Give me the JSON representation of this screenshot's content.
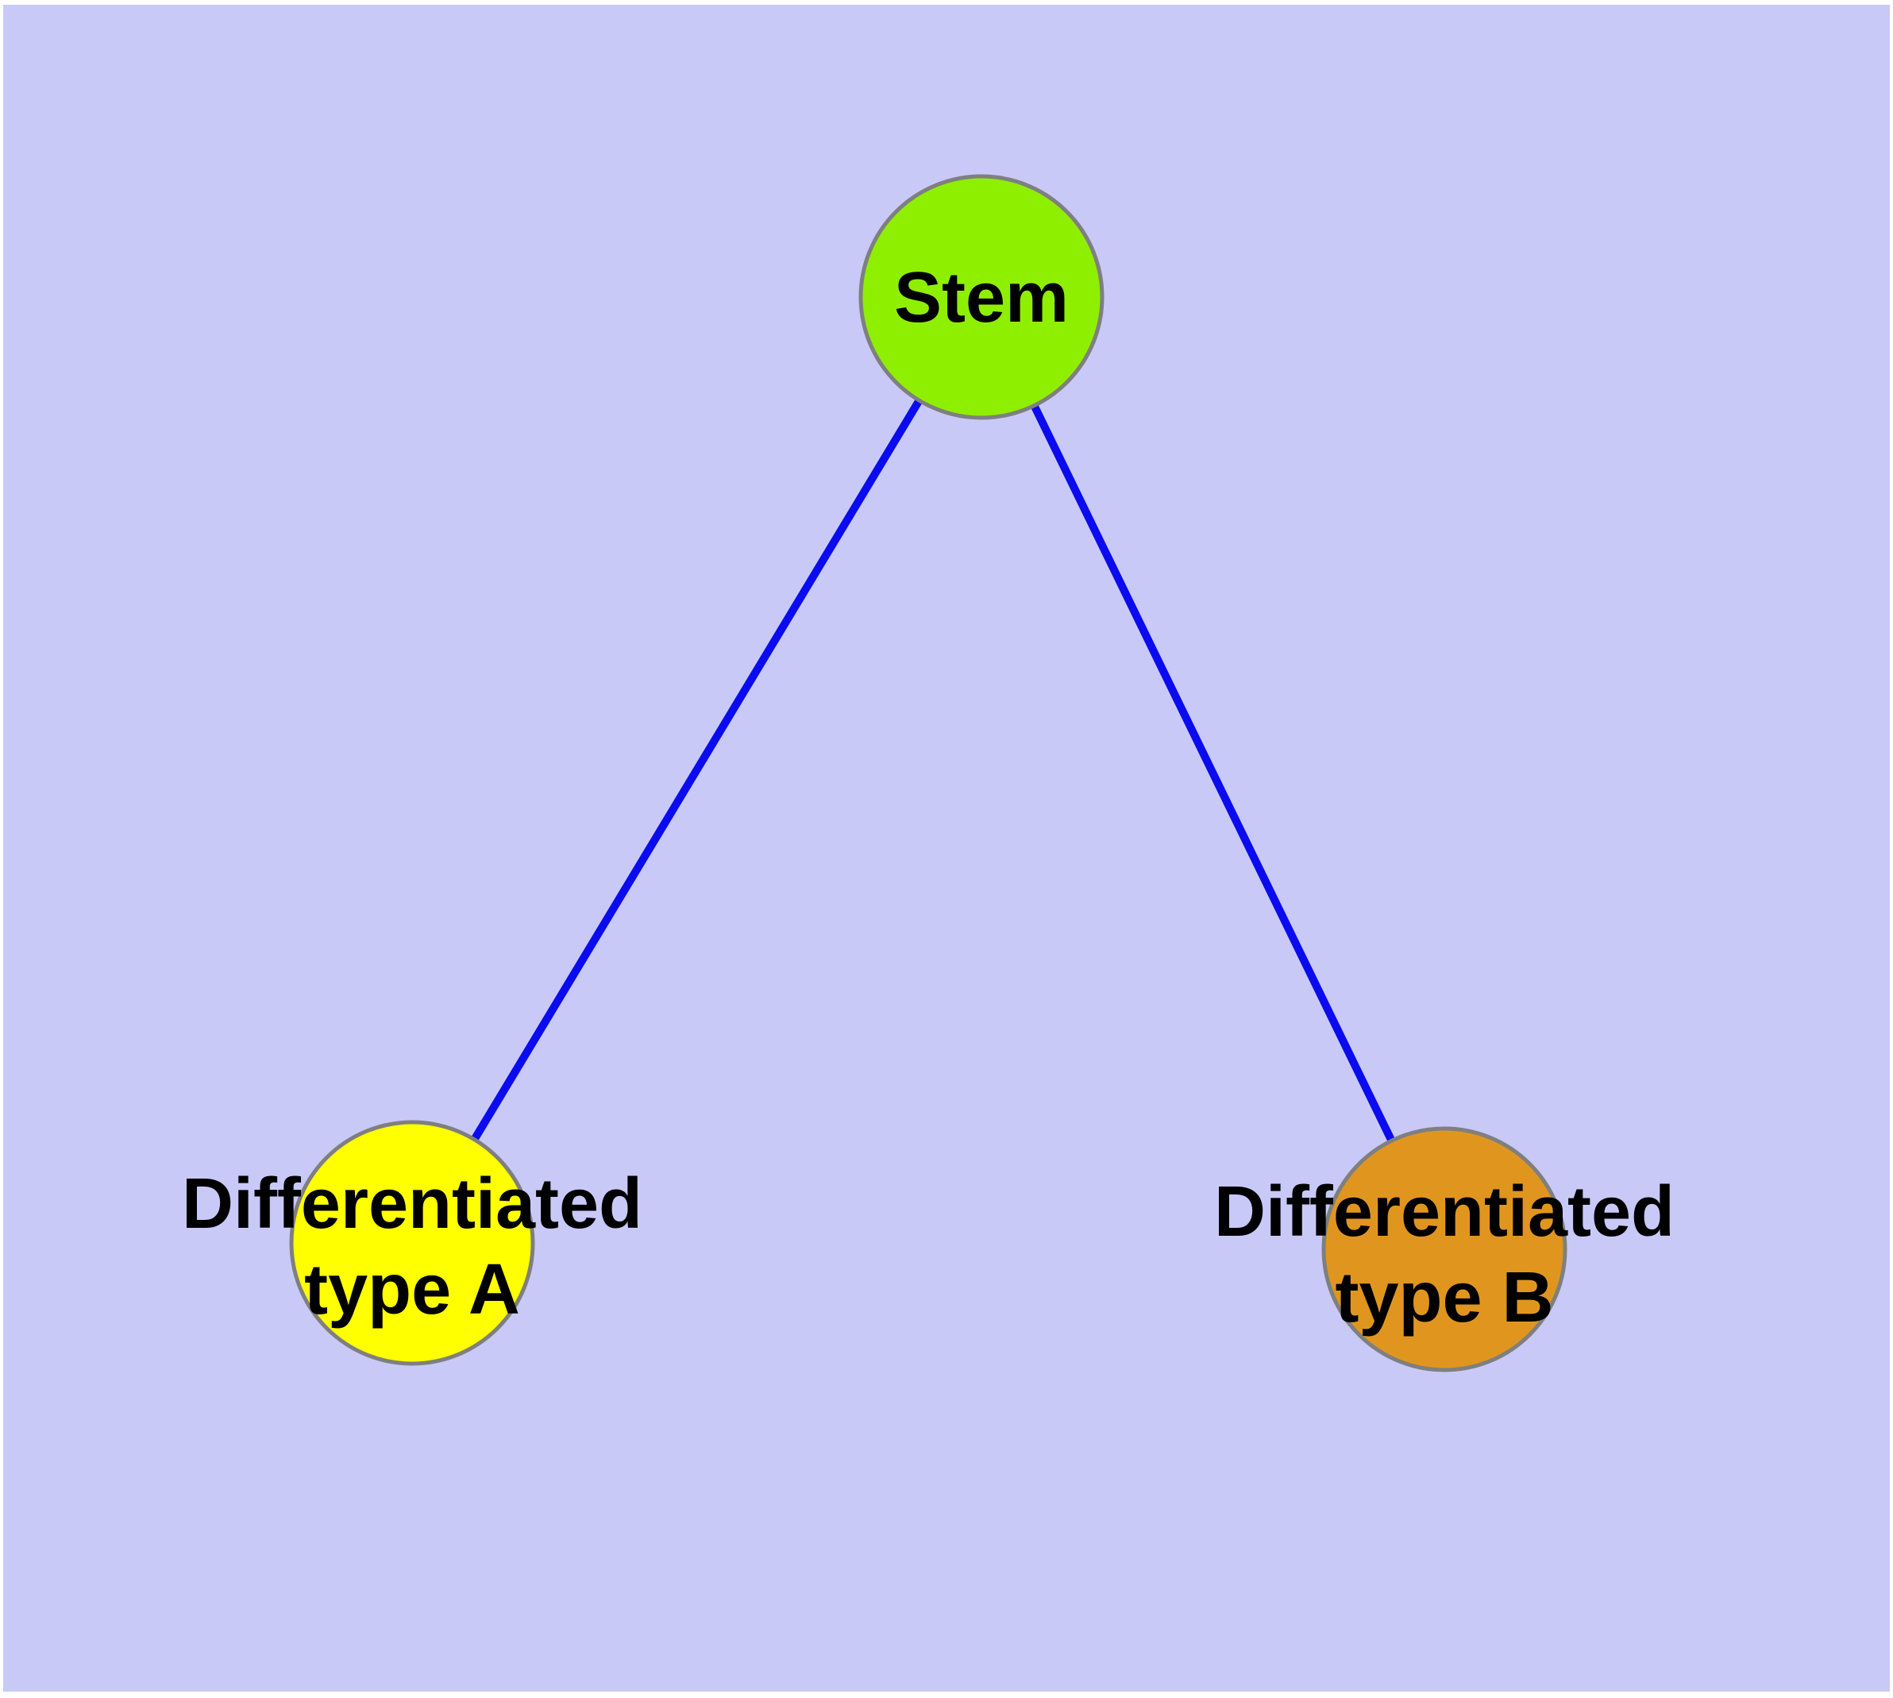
{
  "diagram": {
    "type": "graph",
    "background_color": "#c9c9f8",
    "page_margin_color": "#ffffff",
    "edge_color": "#0b0bf0",
    "node_border_color": "#7f7f7f",
    "label_color": "#000000",
    "nodes": {
      "stem": {
        "label": "Stem",
        "color": "#8fef00"
      },
      "type_a": {
        "label": "Differentiated type A",
        "line1": "Differentiated",
        "line2": "type A",
        "color": "#ffff00"
      },
      "type_b": {
        "label": "Differentiated type B",
        "line1": "Differentiated",
        "line2": "type B",
        "color": "#e0961e"
      }
    },
    "edges": [
      {
        "from": "Stem",
        "to": "Differentiated type A"
      },
      {
        "from": "Stem",
        "to": "Differentiated type B"
      }
    ]
  }
}
